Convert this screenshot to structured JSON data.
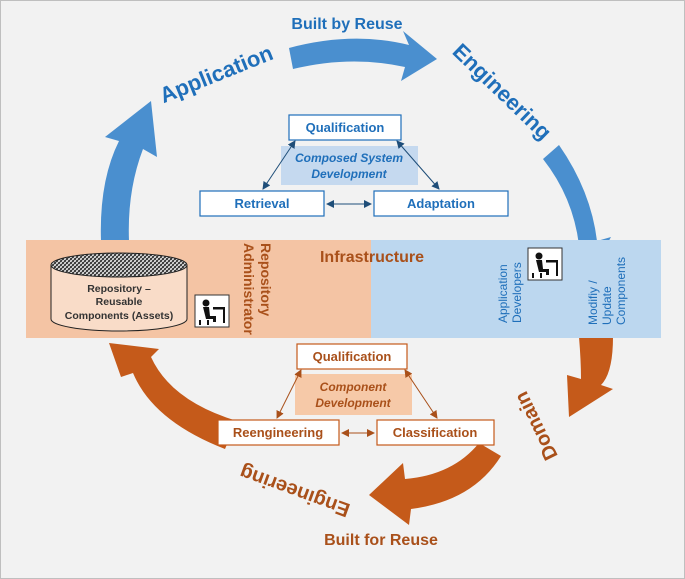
{
  "top_label": "Built by Reuse",
  "bottom_label": "Built for Reuse",
  "arc_labels": {
    "application": "Application",
    "engineering_top": "Engineering",
    "domain": "Domain",
    "engineering_bottom": "Engineering"
  },
  "infrastructure": {
    "title": "Infrastructure",
    "repository_line1": "Repository –",
    "repository_line2": "Reusable",
    "repository_line3": "Components (Assets)",
    "admin_line1": "Repository",
    "admin_line2": "Administrator",
    "developers_line1": "Application",
    "developers_line2": "Developers",
    "modify_line1": "Modifiy /",
    "modify_line2": "Update",
    "modify_line3": "Components"
  },
  "application_process": {
    "qualification": "Qualification",
    "center_line1": "Composed System",
    "center_line2": "Development",
    "retrieval": "Retrieval",
    "adaptation": "Adaptation"
  },
  "domain_process": {
    "qualification": "Qualification",
    "center_line1": "Component",
    "center_line2": "Development",
    "reengineering": "Reengineering",
    "classification": "Classification"
  },
  "icons": [
    "person-at-desk-icon",
    "person-at-desk-icon"
  ],
  "colors": {
    "blue_arrow": "#4a8fcf",
    "orange_arrow": "#c55a1a",
    "blue_text": "#1f6fba",
    "orange_text": "#a9501a",
    "infra_left": "#f4c4a4",
    "infra_right": "#bcd7ef",
    "center_blue": "#c5d9ef",
    "center_orange": "#f6c9a8"
  }
}
